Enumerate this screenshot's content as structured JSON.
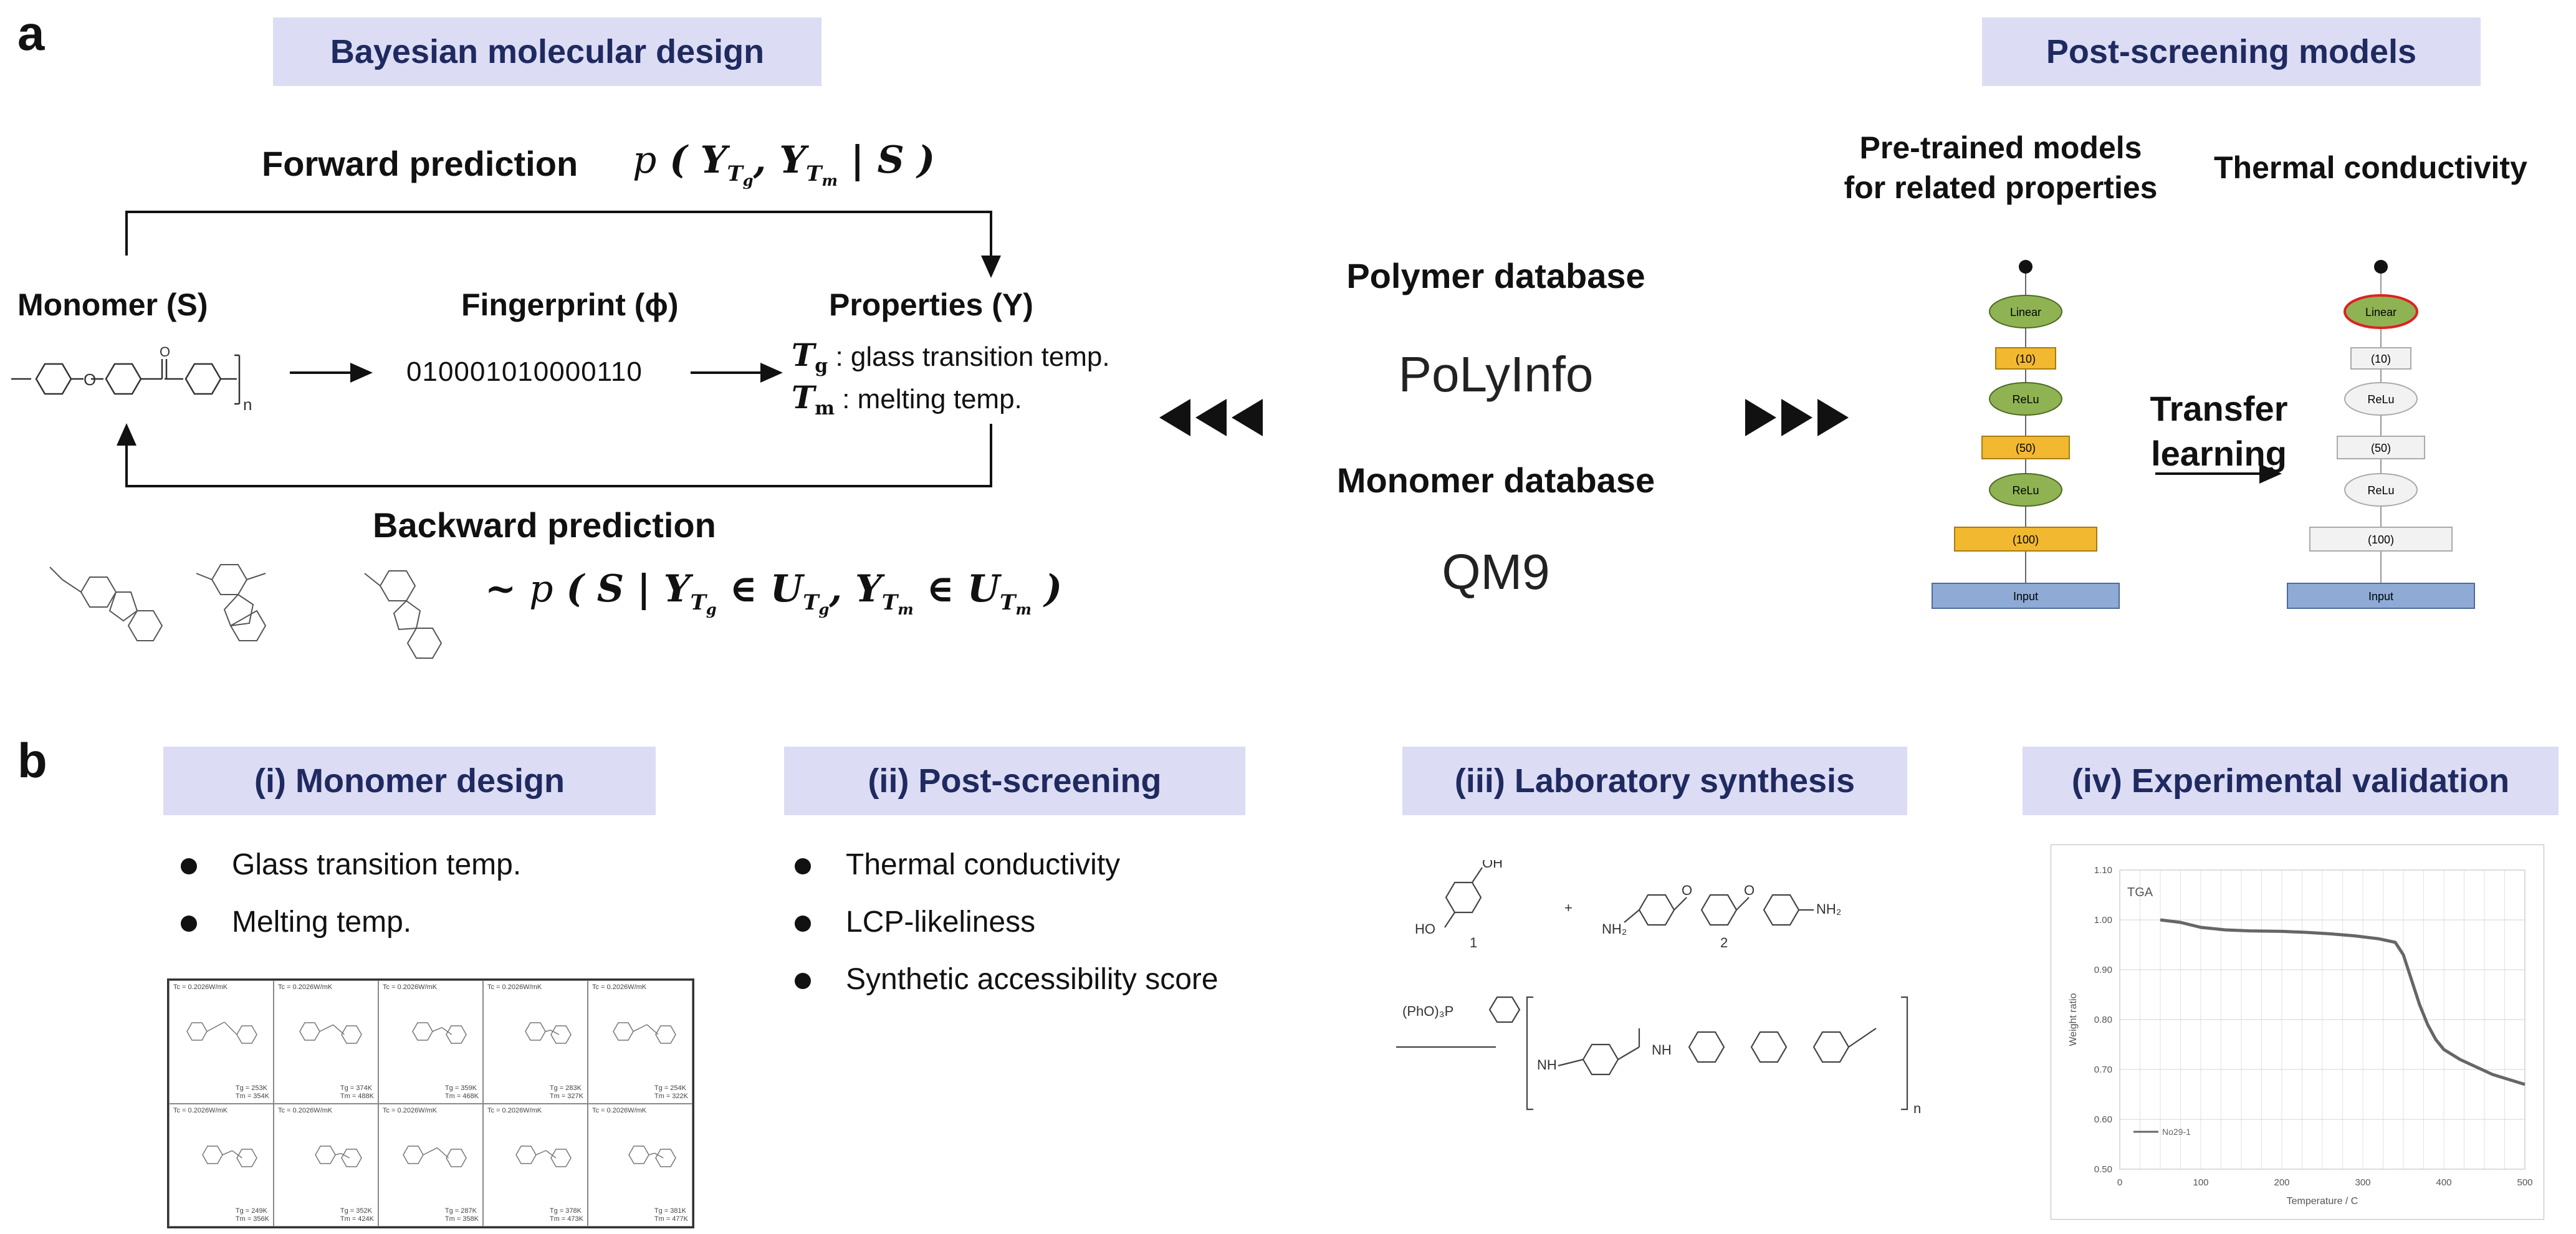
{
  "panel_a": {
    "label": "a",
    "banner_left": "Bayesian molecular design",
    "banner_right": "Post-screening models",
    "forward_label": "Forward prediction",
    "backward_label": "Backward prediction",
    "monomer_label": "Monomer (S)",
    "fingerprint_label": "Fingerprint (ϕ)",
    "fingerprint_value": "010001010000110",
    "properties_label": "Properties (Y)",
    "tg_desc": ": glass transition temp.",
    "tm_desc": ": melting temp.",
    "polymer_db_label": "Polymer database",
    "polymer_db_name": "PoLyInfo",
    "monomer_db_label": "Monomer database",
    "monomer_db_name": "QM9",
    "pretrained_label_1": "Pre-trained models",
    "pretrained_label_2": "for related properties",
    "thermal_label": "Thermal conductivity",
    "transfer_label_1": "Transfer",
    "transfer_label_2": "learning",
    "nn_layers": [
      "Linear",
      "(10)",
      "ReLu",
      "(50)",
      "ReLu",
      "(100)",
      "Input"
    ],
    "monomer_subscript": "n",
    "carbonyl_atom": "O"
  },
  "panel_b": {
    "label": "b",
    "step1_title": "(i) Monomer design",
    "step1_items": [
      "Glass transition temp.",
      "Melting temp."
    ],
    "step2_title": "(ii) Post-screening",
    "step2_items": [
      "Thermal conductivity",
      "LCP-likeliness",
      "Synthetic accessibility score"
    ],
    "step3_title": "(iii) Laboratory synthesis",
    "step3_labels": {
      "compound1": "1",
      "compound2": "2",
      "plus": "+",
      "reagent": "(PhO)₃P",
      "n": "n",
      "oh": "OH",
      "ho": "HO",
      "nh2": "NH₂",
      "nh": "NH",
      "o": "O"
    },
    "step4_title": "(iv) Experimental validation",
    "molecule_grid": {
      "header": "Tc = 0.2026W/mK",
      "cells": [
        {
          "tg": "Tg = 253K",
          "tm": "Tm = 354K"
        },
        {
          "tg": "Tg = 374K",
          "tm": "Tm = 488K"
        },
        {
          "tg": "Tg = 359K",
          "tm": "Tm = 468K"
        },
        {
          "tg": "Tg = 283K",
          "tm": "Tm = 327K"
        },
        {
          "tg": "Tg = 254K",
          "tm": "Tm = 322K"
        },
        {
          "tg": "Tg = 249K",
          "tm": "Tm = 356K"
        },
        {
          "tg": "Tg = 352K",
          "tm": "Tm = 424K"
        },
        {
          "tg": "Tg = 287K",
          "tm": "Tm = 358K"
        },
        {
          "tg": "Tg = 378K",
          "tm": "Tm = 473K"
        },
        {
          "tg": "Tg = 381K",
          "tm": "Tm = 477K"
        }
      ]
    }
  },
  "chart_data": {
    "type": "line",
    "title": "TGA",
    "xlabel": "Temperature / C",
    "ylabel": "Weight ratio",
    "xlim": [
      0,
      500
    ],
    "ylim": [
      0.5,
      1.1
    ],
    "xticks": [
      0,
      100,
      200,
      300,
      400,
      500
    ],
    "yticks": [
      0.5,
      0.6,
      0.7,
      0.8,
      0.9,
      1.0,
      1.1
    ],
    "grid": true,
    "legend": "bottom-left",
    "series": [
      {
        "name": "No29-1",
        "x": [
          50,
          75,
          100,
          130,
          160,
          200,
          230,
          260,
          290,
          320,
          340,
          350,
          360,
          370,
          380,
          390,
          400,
          420,
          440,
          460,
          480,
          500
        ],
        "y": [
          1.0,
          0.995,
          0.985,
          0.98,
          0.978,
          0.977,
          0.975,
          0.972,
          0.968,
          0.962,
          0.955,
          0.93,
          0.88,
          0.83,
          0.79,
          0.76,
          0.74,
          0.72,
          0.705,
          0.69,
          0.68,
          0.67
        ]
      }
    ]
  }
}
